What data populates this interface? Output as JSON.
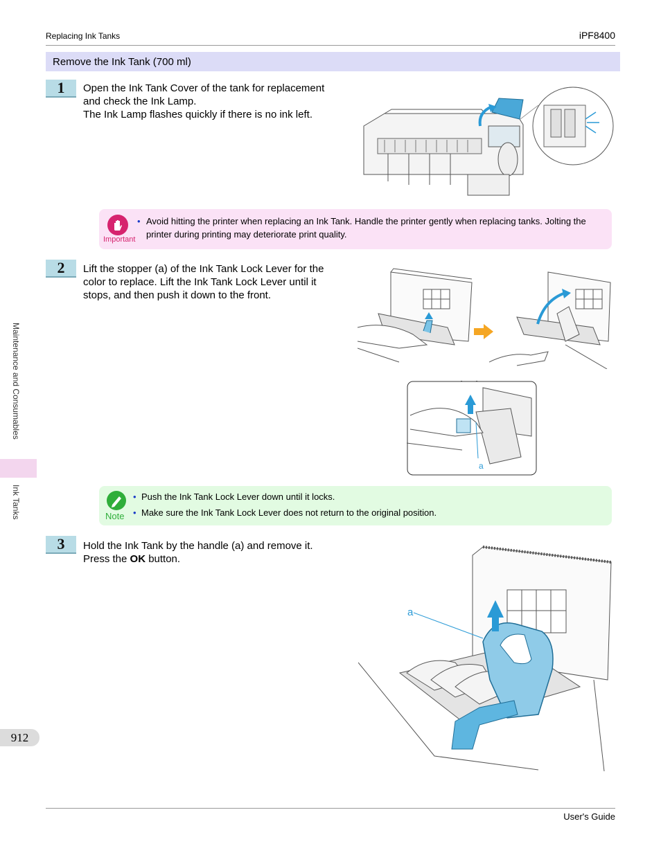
{
  "header": {
    "left": "Replacing Ink Tanks",
    "right": "iPF8400"
  },
  "section_title": "Remove the Ink Tank (700 ml)",
  "steps": [
    {
      "number": "1",
      "lines": [
        "Open the Ink Tank Cover of the tank for replacement",
        "and check the Ink Lamp.",
        "The Ink Lamp flashes quickly if there is no ink left."
      ]
    },
    {
      "number": "2",
      "lines": [
        "Lift the stopper (a) of the Ink Tank Lock Lever for the",
        "color to replace. Lift the Ink Tank Lock Lever until it",
        "stops, and then push it down to the front."
      ]
    },
    {
      "number": "3",
      "line1": "Hold the Ink Tank by the handle (a) and remove it.",
      "line2_pre": "Press the ",
      "line2_bold": "OK",
      "line2_post": " button."
    }
  ],
  "important": {
    "label": "Important",
    "items": [
      "Avoid hitting the printer when replacing an Ink Tank. Handle the printer gently when replacing tanks. Jolting the",
      "printer during printing may deteriorate print quality."
    ]
  },
  "note": {
    "label": "Note",
    "items": [
      "Push the Ink Tank Lock Lever down until it locks.",
      "Make sure the Ink Tank Lock Lever does not return to the original position."
    ]
  },
  "figure_labels": {
    "step2_a": "a",
    "step3_a": "a"
  },
  "side": {
    "top": "Maintenance and Consumables",
    "bottom": "Ink Tanks"
  },
  "page_number": "912",
  "footer": {
    "right": "User's Guide"
  },
  "colors": {
    "accent_blue": "#2a9ad6",
    "arrow_orange": "#f5a623",
    "important_bg": "#fbe2f6",
    "note_bg": "#e2fbe2"
  }
}
